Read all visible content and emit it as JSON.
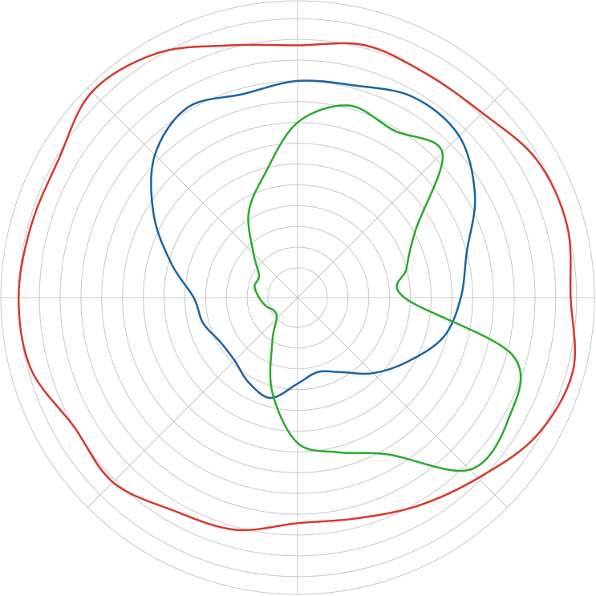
{
  "chart_data": {
    "type": "line",
    "polar": true,
    "grid": true,
    "legend": "none",
    "rmax": 100,
    "ring_values": [
      10,
      17,
      24,
      31,
      38,
      45,
      52,
      59,
      66,
      73,
      80,
      87,
      94,
      100
    ],
    "spoke_angles_deg": [
      0,
      45,
      90,
      135,
      180,
      225,
      270,
      315
    ],
    "grid_color": "#c8c8c8",
    "series": [
      {
        "color": "#d9382c",
        "theta_deg": [
          0,
          15,
          30,
          45,
          60,
          75,
          90,
          105,
          120,
          135,
          150,
          165,
          180,
          195,
          210,
          225,
          240,
          255,
          270,
          285,
          300,
          315,
          330,
          345
        ],
        "r": [
          92,
          94,
          93,
          88,
          87,
          88,
          85,
          88,
          95,
          98,
          93,
          93,
          94,
          93,
          87,
          88,
          83,
          81,
          76,
          77,
          81,
          86,
          93,
          96
        ]
      },
      {
        "color": "#1a64a3",
        "theta_deg": [
          0,
          15,
          30,
          45,
          60,
          75,
          90,
          105,
          120,
          135,
          150,
          165,
          180,
          195,
          210,
          225,
          240,
          255,
          270,
          285,
          300,
          315,
          330,
          345
        ],
        "r": [
          55,
          59,
          69,
          77,
          78,
          74,
          73,
          71,
          74,
          68,
          56,
          44,
          35,
          33,
          30,
          30,
          33,
          35,
          29,
          26,
          29,
          36,
          43,
          51
        ]
      },
      {
        "color": "#2aab2a",
        "theta_deg": [
          0,
          15,
          30,
          45,
          60,
          75,
          90,
          105,
          120,
          135,
          150,
          165,
          180,
          195,
          210,
          225,
          240,
          255,
          270,
          285,
          300,
          315,
          330,
          345
        ],
        "r": [
          36,
          38,
          46,
          69,
          65,
          67,
          59,
          43,
          33,
          21,
          15,
          15,
          13,
          11,
          9,
          10,
          17,
          33,
          49,
          54,
          61,
          82,
          82,
          75
        ]
      }
    ]
  }
}
